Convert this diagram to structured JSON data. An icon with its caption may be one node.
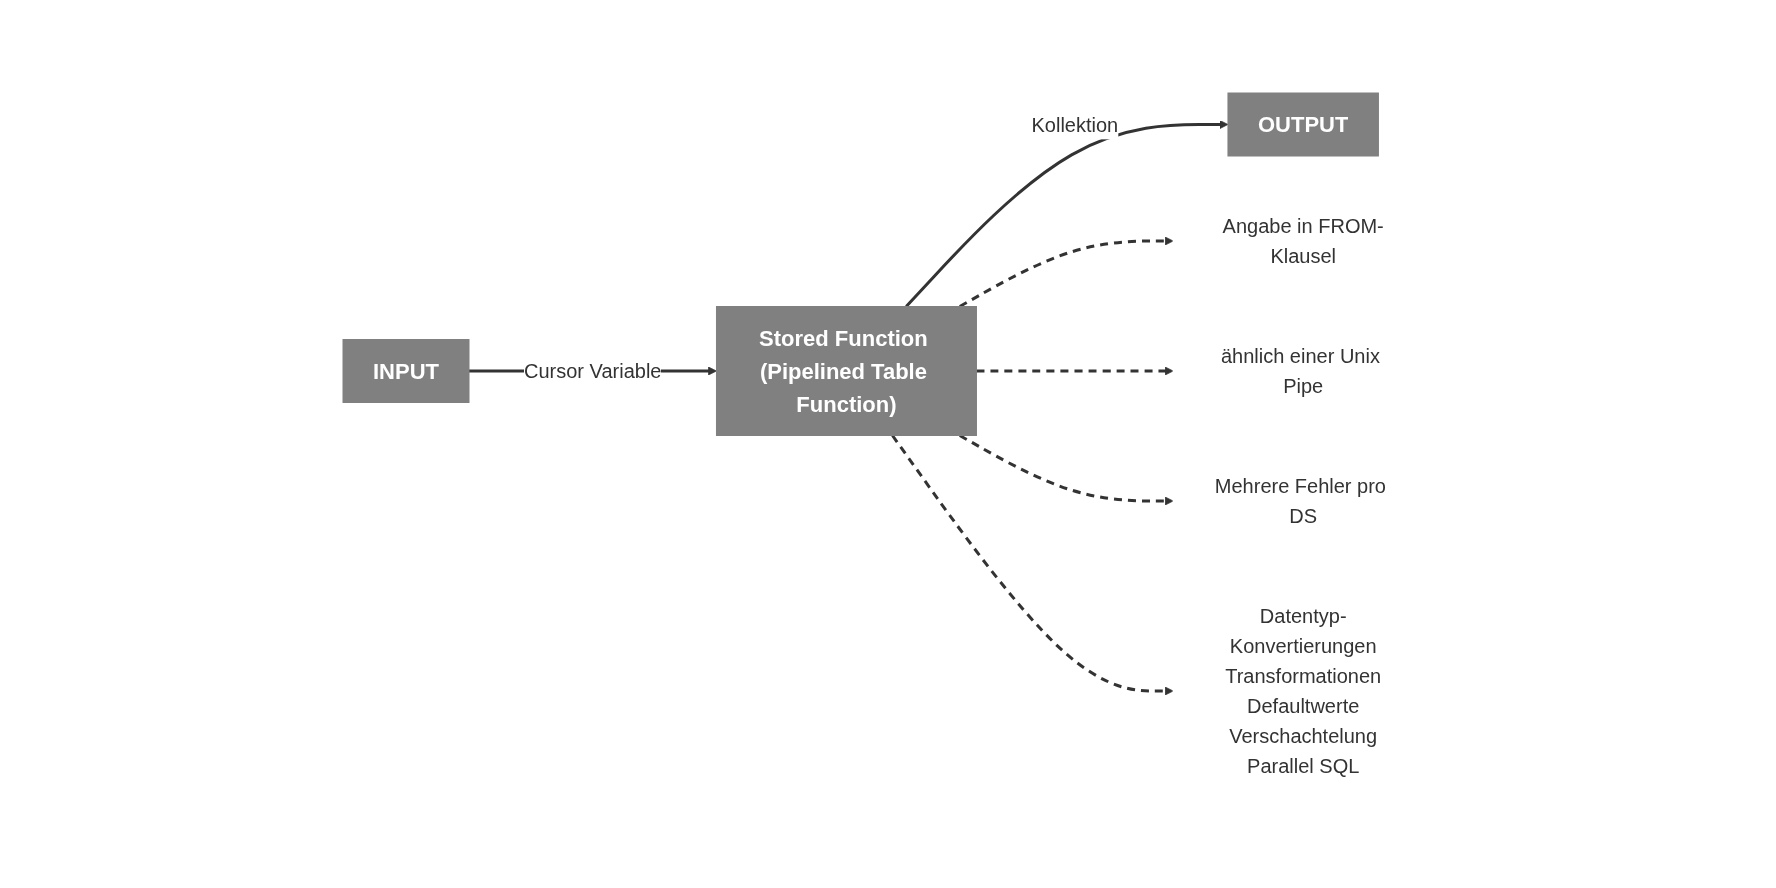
{
  "diagram": {
    "nodes": [
      {
        "text": [
          "INPUT"
        ]
      },
      {
        "text": [
          "Stored Function (Pipelined Table Function)"
        ]
      },
      {
        "text": [
          "OUTPUT"
        ]
      },
      {
        "text": [
          "Angabe in FROM-Klausel"
        ]
      },
      {
        "text": [
          "ähnlich einer Unix Pipe"
        ]
      },
      {
        "text": [
          "Mehrere Fehler pro DS"
        ]
      },
      {
        "text": [
          "Datentyp-Konvertierungen",
          "Transformationen",
          "Defaultwerte",
          "Verschachtelung",
          "Parallel SQL"
        ]
      }
    ],
    "edges": [
      {
        "from": 0,
        "to": 1,
        "arrow": "to",
        "label": "Cursor Variable"
      },
      {
        "from": 1,
        "to": 2,
        "arrow": "to",
        "label": "Kollektion"
      },
      {
        "from": 1,
        "to": 3,
        "arrow": "to",
        "style": "dashed"
      },
      {
        "from": 1,
        "to": 4,
        "arrow": "to",
        "style": "dashed"
      },
      {
        "from": 1,
        "to": 5,
        "arrow": "to",
        "style": "dashed"
      },
      {
        "from": 1,
        "to": 6,
        "arrow": "to",
        "style": "dashed"
      }
    ]
  }
}
